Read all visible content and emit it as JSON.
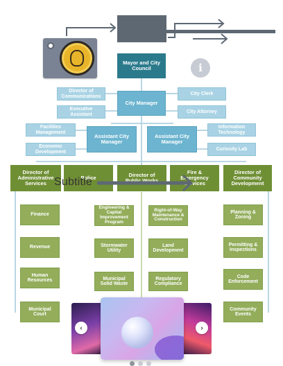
{
  "org_chart": {
    "mayor": "Mayor and City Council",
    "city_manager": "City Manager",
    "director_communications": "Director of Communications",
    "executive_assistant": "Executive Assistant",
    "city_clerk": "City Clerk",
    "city_attorney": "City Attorney",
    "assistant_manager_left": "Assistant City Manager",
    "assistant_manager_right": "Assistant City Manager",
    "facilities_management": "Facilities Management",
    "economic_development": "Economic Development",
    "information_technology": "Information Technology",
    "curiosity_lab": "Curiosity Lab",
    "directors": [
      "Director of Administrative Services",
      "Police",
      "Director of Public Works",
      "Fire & Emergency Services",
      "Director of Community Development"
    ],
    "admin_units": [
      "Finance",
      "Revenue",
      "Human Resources",
      "Municipal Court"
    ],
    "public_works_left": [
      "Engineering & Capital Improvement Program",
      "Stormwater Utility",
      "Municipal Solid Waste"
    ],
    "public_works_right": [
      "Right-of-Way Maintenance & Construction",
      "Land Development",
      "Regulatory Compliance"
    ],
    "community_units": [
      "Planning & Zoning",
      "Permitting & Inspections",
      "Code Enforcement",
      "Community Events"
    ]
  },
  "overlay": {
    "subtitle": "Subtitle",
    "info_icon": "info-icon",
    "info_glyph": "i"
  },
  "carousel": {
    "prev_glyph": "‹",
    "next_glyph": "›",
    "slide_count": 3,
    "active_index": 0
  },
  "colors": {
    "teal": "#2b7a8c",
    "blue": "#6cb4cf",
    "light_blue": "#a9d3e4",
    "dark_green": "#6f8f35",
    "light_green": "#93ad5b",
    "arrow": "#5d6873"
  }
}
